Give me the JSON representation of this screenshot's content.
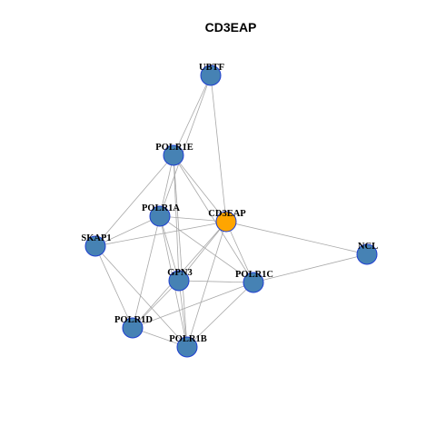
{
  "graph": {
    "title": "CD3EAP",
    "colors": {
      "node_default": "#4682b4",
      "node_highlight": "#ffa500",
      "node_border": "#1f3fd0",
      "edge": "#a8a8a8"
    },
    "nodes": [
      {
        "id": "UBTF",
        "label": "UBTF",
        "highlight": false
      },
      {
        "id": "POLR1E",
        "label": "POLR1E",
        "highlight": false
      },
      {
        "id": "POLR1A",
        "label": "POLR1A",
        "highlight": false
      },
      {
        "id": "CD3EAP",
        "label": "CD3EAP",
        "highlight": true
      },
      {
        "id": "SKAP1",
        "label": "SKAP1",
        "highlight": false
      },
      {
        "id": "NCL",
        "label": "NCL",
        "highlight": false
      },
      {
        "id": "GPN3",
        "label": "GPN3",
        "highlight": false
      },
      {
        "id": "POLR1C",
        "label": "POLR1C",
        "highlight": false
      },
      {
        "id": "POLR1D",
        "label": "POLR1D",
        "highlight": false
      },
      {
        "id": "POLR1B",
        "label": "POLR1B",
        "highlight": false
      }
    ],
    "edges": [
      [
        "UBTF",
        "POLR1E"
      ],
      [
        "UBTF",
        "POLR1A"
      ],
      [
        "UBTF",
        "CD3EAP"
      ],
      [
        "POLR1E",
        "POLR1A"
      ],
      [
        "POLR1E",
        "CD3EAP"
      ],
      [
        "POLR1E",
        "SKAP1"
      ],
      [
        "POLR1E",
        "GPN3"
      ],
      [
        "POLR1E",
        "POLR1C"
      ],
      [
        "POLR1E",
        "POLR1B"
      ],
      [
        "POLR1A",
        "CD3EAP"
      ],
      [
        "POLR1A",
        "GPN3"
      ],
      [
        "POLR1A",
        "POLR1C"
      ],
      [
        "POLR1A",
        "POLR1D"
      ],
      [
        "POLR1A",
        "POLR1B"
      ],
      [
        "CD3EAP",
        "SKAP1"
      ],
      [
        "CD3EAP",
        "NCL"
      ],
      [
        "CD3EAP",
        "GPN3"
      ],
      [
        "CD3EAP",
        "POLR1C"
      ],
      [
        "CD3EAP",
        "POLR1D"
      ],
      [
        "CD3EAP",
        "POLR1B"
      ],
      [
        "SKAP1",
        "POLR1A"
      ],
      [
        "SKAP1",
        "POLR1D"
      ],
      [
        "SKAP1",
        "POLR1B"
      ],
      [
        "NCL",
        "POLR1C"
      ],
      [
        "GPN3",
        "POLR1C"
      ],
      [
        "GPN3",
        "POLR1D"
      ],
      [
        "GPN3",
        "POLR1B"
      ],
      [
        "POLR1C",
        "POLR1D"
      ],
      [
        "POLR1C",
        "POLR1B"
      ],
      [
        "POLR1D",
        "POLR1B"
      ]
    ]
  }
}
